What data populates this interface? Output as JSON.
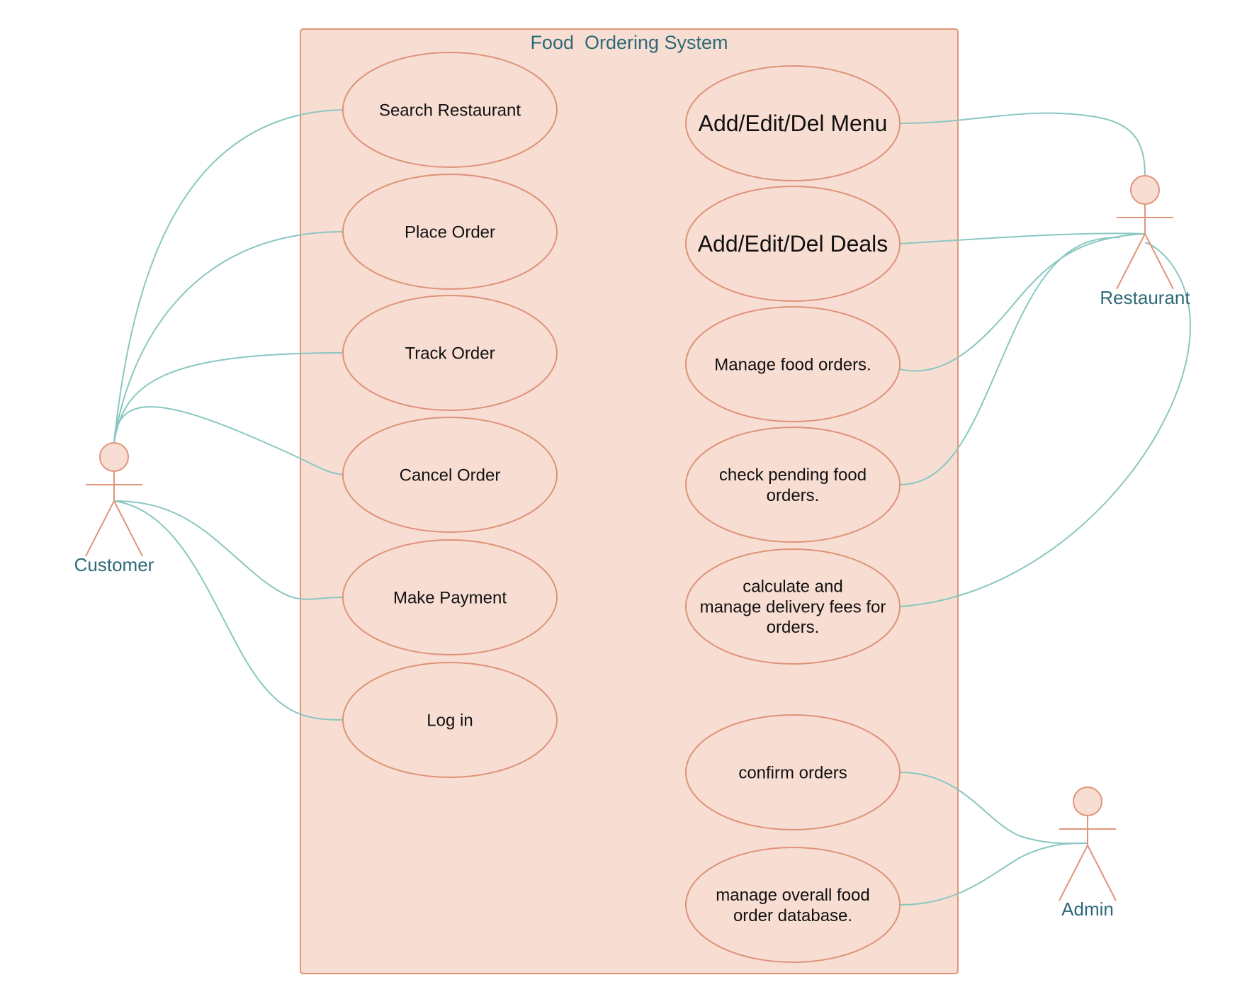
{
  "diagram": {
    "type": "uml-use-case",
    "system": {
      "title": "Food  Ordering System"
    },
    "actors": [
      {
        "id": "customer",
        "name": "Customer"
      },
      {
        "id": "restaurant",
        "name": "Restaurant"
      },
      {
        "id": "admin",
        "name": "Admin"
      }
    ],
    "use_cases": [
      {
        "id": "search_restaurant",
        "lines": [
          "Search Restaurant"
        ]
      },
      {
        "id": "place_order",
        "lines": [
          "Place Order"
        ]
      },
      {
        "id": "track_order",
        "lines": [
          "Track Order"
        ]
      },
      {
        "id": "cancel_order",
        "lines": [
          "Cancel Order"
        ]
      },
      {
        "id": "make_payment",
        "lines": [
          "Make Payment"
        ]
      },
      {
        "id": "log_in",
        "lines": [
          "Log in"
        ]
      },
      {
        "id": "edit_menu",
        "lines": [
          "Add/Edit/Del Menu"
        ]
      },
      {
        "id": "edit_deals",
        "lines": [
          "Add/Edit/Del Deals"
        ]
      },
      {
        "id": "manage_food_orders",
        "lines": [
          "Manage food orders."
        ]
      },
      {
        "id": "check_pending",
        "lines": [
          "check pending food",
          "orders."
        ]
      },
      {
        "id": "delivery_fees",
        "lines": [
          "calculate and",
          "manage delivery fees for",
          "orders."
        ]
      },
      {
        "id": "confirm_orders",
        "lines": [
          "confirm orders"
        ]
      },
      {
        "id": "manage_database",
        "lines": [
          "manage overall food",
          "order database."
        ]
      }
    ],
    "associations": [
      {
        "actor": "customer",
        "use_case": "search_restaurant"
      },
      {
        "actor": "customer",
        "use_case": "place_order"
      },
      {
        "actor": "customer",
        "use_case": "track_order"
      },
      {
        "actor": "customer",
        "use_case": "cancel_order"
      },
      {
        "actor": "customer",
        "use_case": "make_payment"
      },
      {
        "actor": "customer",
        "use_case": "log_in"
      },
      {
        "actor": "restaurant",
        "use_case": "edit_menu"
      },
      {
        "actor": "restaurant",
        "use_case": "edit_deals"
      },
      {
        "actor": "restaurant",
        "use_case": "manage_food_orders"
      },
      {
        "actor": "restaurant",
        "use_case": "check_pending"
      },
      {
        "actor": "restaurant",
        "use_case": "delivery_fees"
      },
      {
        "actor": "admin",
        "use_case": "confirm_orders"
      },
      {
        "actor": "admin",
        "use_case": "manage_database"
      }
    ],
    "colors": {
      "fill": "#f8ddd3",
      "outline": "#e0957a",
      "connector": "#8ac7c1",
      "label": "#2c6a78",
      "text": "#111111"
    }
  }
}
